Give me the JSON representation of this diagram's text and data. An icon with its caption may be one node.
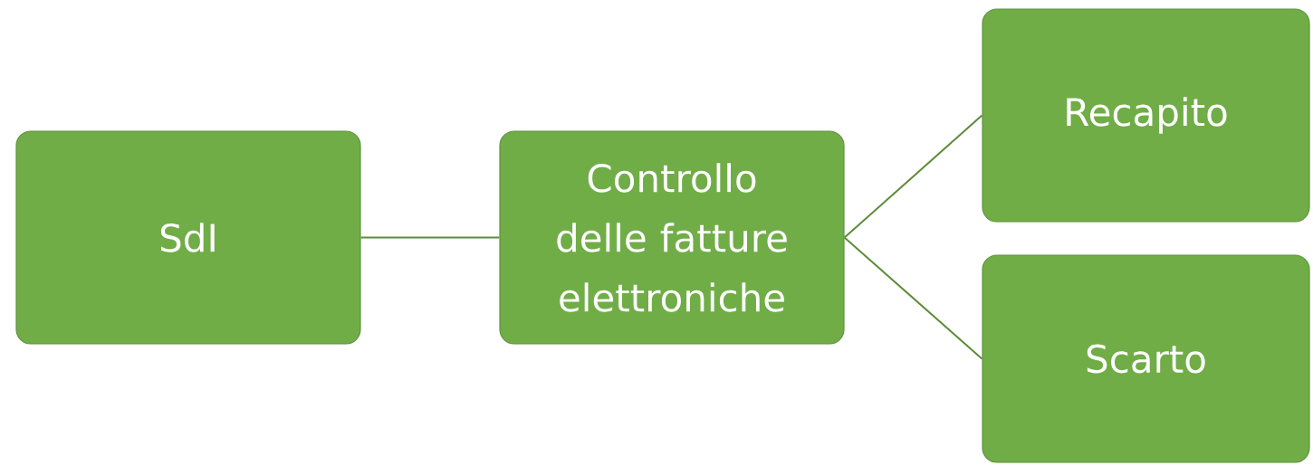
{
  "diagram": {
    "nodes": [
      {
        "text": [
          "SdI"
        ]
      },
      {
        "text": [
          "Controllo delle fatture elettroniche"
        ]
      },
      {
        "text": [
          "Recapito"
        ]
      },
      {
        "text": [
          "Scarto"
        ]
      }
    ],
    "edges": [
      {
        "from": 0,
        "to": 1,
        "arrow": "none"
      },
      {
        "from": 1,
        "to": 2,
        "arrow": "none"
      },
      {
        "from": 1,
        "to": 3,
        "arrow": "none"
      }
    ]
  }
}
